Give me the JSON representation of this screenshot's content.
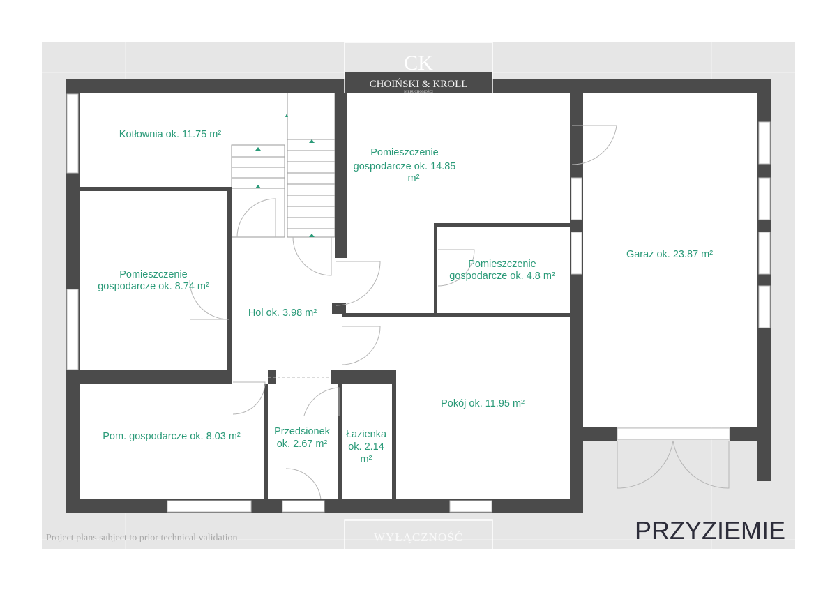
{
  "logo": {
    "brand": "CHOIŃSKI & KROLL",
    "tagline": "NIERUCHOMOŚCI",
    "monogram": "CK"
  },
  "badge": "WYŁĄCZNOŚĆ",
  "disclaimer": "Project plans subject to prior technical validation",
  "floor_title": "PRZYZIEMIE",
  "colors": {
    "wall": "#4b4b4b",
    "label": "#2a9a78",
    "background": "#e6e6e6",
    "title": "#2d2d3a"
  },
  "rooms": {
    "kotlownia": [
      "Kotłownia ok. 11.75 m²"
    ],
    "gosp_14": [
      "Pomieszczenie",
      "gospodarcze ok. 14.85",
      "m²"
    ],
    "gosp_8_74": [
      "Pomieszczenie",
      "gospodarcze ok. 8.74 m²"
    ],
    "hol": [
      "Hol ok. 3.98 m²"
    ],
    "gosp_4_8": [
      "Pomieszczenie",
      "gospodarcze ok. 4.8 m²"
    ],
    "garaz": [
      "Garaż ok. 23.87 m²"
    ],
    "pokoj": [
      "Pokój ok. 11.95 m²"
    ],
    "gosp_8_03": [
      "Pom. gospodarcze ok. 8.03 m²"
    ],
    "przedsionek": [
      "Przedsionek",
      "ok. 2.67 m²"
    ],
    "lazienka": [
      "Łazienka",
      "ok. 2.14",
      "m²"
    ]
  }
}
